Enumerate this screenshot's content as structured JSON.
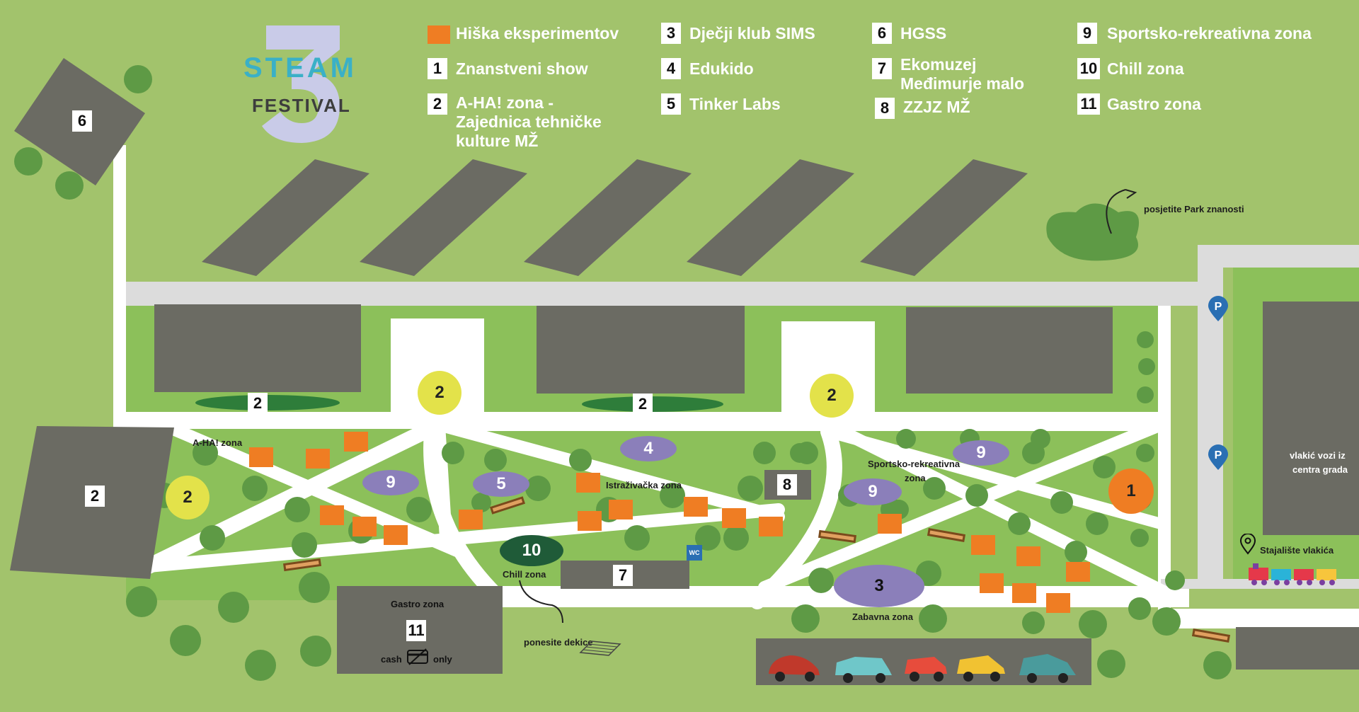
{
  "logo": {
    "text_top": "STEAM",
    "text_bottom": "FESTIVAL",
    "edition": "3"
  },
  "legend": [
    {
      "key": "",
      "label": "Hiška eksperimentov",
      "type": "orange"
    },
    {
      "key": "1",
      "label": "Znanstveni show"
    },
    {
      "key": "2",
      "label": "A-HA! zona - Zajednica tehničke kulture MŽ"
    },
    {
      "key": "3",
      "label": "Dječji klub SIMS"
    },
    {
      "key": "4",
      "label": "Edukido"
    },
    {
      "key": "5",
      "label": "Tinker Labs"
    },
    {
      "key": "6",
      "label": "HGSS"
    },
    {
      "key": "7",
      "label": "Ekomuzej Međimurje malo"
    },
    {
      "key": "8",
      "label": "ZZJZ MŽ"
    },
    {
      "key": "9",
      "label": "Sportsko-rekreativna zona"
    },
    {
      "key": "10",
      "label": "Chill zona"
    },
    {
      "key": "11",
      "label": "Gastro zona"
    }
  ],
  "markers": {
    "m6": "6",
    "m2_left": "2",
    "m2_top1": "2",
    "m2_top2": "2",
    "m2_circle_top1": "2",
    "m2_circle_top2": "2",
    "m2_circle_left": "2",
    "m9_a": "9",
    "m9_b": "9",
    "m9_c": "9",
    "m4": "4",
    "m5": "5",
    "m8": "8",
    "m1": "1",
    "m10": "10",
    "m7": "7",
    "m3": "3",
    "m11": "11"
  },
  "labels": {
    "aha_zona": "A-HA! zona",
    "istrazivacka_zona": "Istraživačka zona",
    "sportsko_line1": "Sportsko-rekreativna",
    "sportsko_line2": "zona",
    "chill_zona": "Chill zona",
    "gastro_zona": "Gastro zona",
    "cash": "cash",
    "only": "only",
    "ponesite_dekice": "ponesite dekice",
    "zabavna_zona": "Zabavna zona",
    "posjetite_park": "posjetite Park znanosti",
    "vlakic_line1": "vlakić vozi iz",
    "vlakic_line2": "centra grada",
    "stajaliste": "Stajalište vlakića",
    "wc": "WC"
  },
  "icons": [
    "parking-icon",
    "parking-icon",
    "location-pin-icon",
    "train-icon",
    "toilet-icon",
    "no-card-icon",
    "blanket-icon",
    "arrow-icon",
    "tree-icon",
    "bench-icon",
    "car-icon"
  ],
  "colors": {
    "grass": "#a2c36c",
    "grass_light": "#8cbc5a",
    "building": "#6b6b63",
    "path": "#ffffff",
    "orange": "#ef7d23",
    "yellow": "#e3e24a",
    "purple": "#8b7fba",
    "darkgreen": "#1f5b38",
    "tree": "#5e9a45"
  }
}
